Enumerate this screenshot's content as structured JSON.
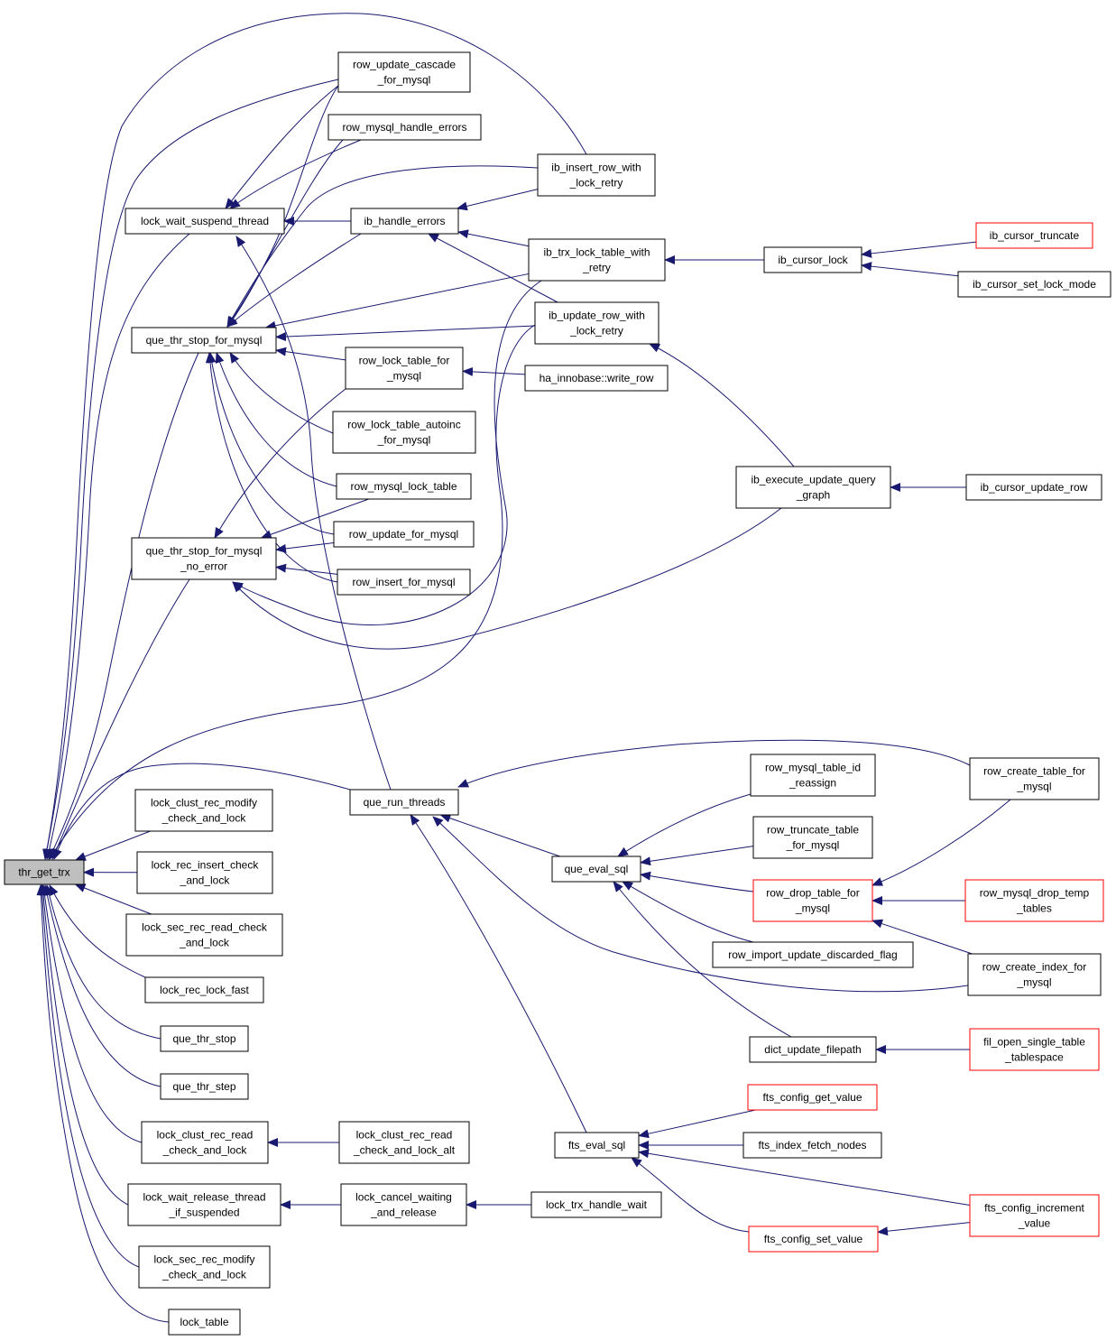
{
  "root": "thr_get_trx",
  "nodes": [
    {
      "id": "thr_get_trx",
      "lines": [
        "thr_get_trx"
      ],
      "style": "root"
    },
    {
      "id": "lock_wait_suspend_thread",
      "lines": [
        "lock_wait_suspend_thread"
      ]
    },
    {
      "id": "que_thr_stop_for_mysql",
      "lines": [
        "que_thr_stop_for_mysql"
      ]
    },
    {
      "id": "que_thr_stop_for_mysql_no_error",
      "lines": [
        "que_thr_stop_for_mysql",
        "_no_error"
      ]
    },
    {
      "id": "que_run_threads",
      "lines": [
        "que_run_threads"
      ]
    },
    {
      "id": "lock_clust_rec_modify_check_and_lock",
      "lines": [
        "lock_clust_rec_modify",
        "_check_and_lock"
      ]
    },
    {
      "id": "lock_rec_insert_check_and_lock",
      "lines": [
        "lock_rec_insert_check",
        "_and_lock"
      ]
    },
    {
      "id": "lock_sec_rec_read_check_and_lock",
      "lines": [
        "lock_sec_rec_read_check",
        "_and_lock"
      ]
    },
    {
      "id": "lock_rec_lock_fast",
      "lines": [
        "lock_rec_lock_fast"
      ]
    },
    {
      "id": "que_thr_stop",
      "lines": [
        "que_thr_stop"
      ]
    },
    {
      "id": "que_thr_step",
      "lines": [
        "que_thr_step"
      ]
    },
    {
      "id": "lock_clust_rec_read_check_and_lock",
      "lines": [
        "lock_clust_rec_read",
        "_check_and_lock"
      ]
    },
    {
      "id": "lock_wait_release_thread_if_suspended",
      "lines": [
        "lock_wait_release_thread",
        "_if_suspended"
      ]
    },
    {
      "id": "lock_sec_rec_modify_check_and_lock",
      "lines": [
        "lock_sec_rec_modify",
        "_check_and_lock"
      ]
    },
    {
      "id": "lock_table",
      "lines": [
        "lock_table"
      ]
    },
    {
      "id": "row_update_cascade_for_mysql",
      "lines": [
        "row_update_cascade",
        "_for_mysql"
      ]
    },
    {
      "id": "row_mysql_handle_errors",
      "lines": [
        "row_mysql_handle_errors"
      ]
    },
    {
      "id": "ib_handle_errors",
      "lines": [
        "ib_handle_errors"
      ]
    },
    {
      "id": "row_lock_table_for_mysql",
      "lines": [
        "row_lock_table_for",
        "_mysql"
      ]
    },
    {
      "id": "row_lock_table_autoinc_for_mysql",
      "lines": [
        "row_lock_table_autoinc",
        "_for_mysql"
      ]
    },
    {
      "id": "row_mysql_lock_table",
      "lines": [
        "row_mysql_lock_table"
      ]
    },
    {
      "id": "row_update_for_mysql",
      "lines": [
        "row_update_for_mysql"
      ]
    },
    {
      "id": "row_insert_for_mysql",
      "lines": [
        "row_insert_for_mysql"
      ]
    },
    {
      "id": "ib_insert_row_with_lock_retry",
      "lines": [
        "ib_insert_row_with",
        "_lock_retry"
      ]
    },
    {
      "id": "ib_trx_lock_table_with_retry",
      "lines": [
        "ib_trx_lock_table_with",
        "_retry"
      ]
    },
    {
      "id": "ib_update_row_with_lock_retry",
      "lines": [
        "ib_update_row_with",
        "_lock_retry"
      ]
    },
    {
      "id": "ha_innobase_write_row",
      "lines": [
        "ha_innobase::write_row"
      ]
    },
    {
      "id": "ib_cursor_lock",
      "lines": [
        "ib_cursor_lock"
      ]
    },
    {
      "id": "ib_cursor_truncate",
      "lines": [
        "ib_cursor_truncate"
      ],
      "style": "red"
    },
    {
      "id": "ib_cursor_set_lock_mode",
      "lines": [
        "ib_cursor_set_lock_mode"
      ]
    },
    {
      "id": "ib_execute_update_query_graph",
      "lines": [
        "ib_execute_update_query",
        "_graph"
      ]
    },
    {
      "id": "ib_cursor_update_row",
      "lines": [
        "ib_cursor_update_row"
      ]
    },
    {
      "id": "lock_clust_rec_read_check_and_lock_alt",
      "lines": [
        "lock_clust_rec_read",
        "_check_and_lock_alt"
      ]
    },
    {
      "id": "lock_cancel_waiting_and_release",
      "lines": [
        "lock_cancel_waiting",
        "_and_release"
      ]
    },
    {
      "id": "lock_trx_handle_wait",
      "lines": [
        "lock_trx_handle_wait"
      ]
    },
    {
      "id": "que_eval_sql",
      "lines": [
        "que_eval_sql"
      ]
    },
    {
      "id": "fts_eval_sql",
      "lines": [
        "fts_eval_sql"
      ]
    },
    {
      "id": "row_mysql_table_id_reassign",
      "lines": [
        "row_mysql_table_id",
        "_reassign"
      ]
    },
    {
      "id": "row_truncate_table_for_mysql",
      "lines": [
        "row_truncate_table",
        "_for_mysql"
      ]
    },
    {
      "id": "row_drop_table_for_mysql",
      "lines": [
        "row_drop_table_for",
        "_mysql"
      ],
      "style": "red"
    },
    {
      "id": "row_import_update_discarded_flag",
      "lines": [
        "row_import_update_discarded_flag"
      ]
    },
    {
      "id": "dict_update_filepath",
      "lines": [
        "dict_update_filepath"
      ]
    },
    {
      "id": "row_create_table_for_mysql",
      "lines": [
        "row_create_table_for",
        "_mysql"
      ]
    },
    {
      "id": "row_mysql_drop_temp_tables",
      "lines": [
        "row_mysql_drop_temp",
        "_tables"
      ],
      "style": "red"
    },
    {
      "id": "row_create_index_for_mysql",
      "lines": [
        "row_create_index_for",
        "_mysql"
      ]
    },
    {
      "id": "fil_open_single_table_tablespace",
      "lines": [
        "fil_open_single_table",
        "_tablespace"
      ],
      "style": "red"
    },
    {
      "id": "fts_config_get_value",
      "lines": [
        "fts_config_get_value"
      ],
      "style": "red"
    },
    {
      "id": "fts_index_fetch_nodes",
      "lines": [
        "fts_index_fetch_nodes"
      ]
    },
    {
      "id": "fts_config_set_value",
      "lines": [
        "fts_config_set_value"
      ],
      "style": "red"
    },
    {
      "id": "fts_config_increment_value",
      "lines": [
        "fts_config_increment",
        "_value"
      ],
      "style": "red"
    }
  ],
  "edges": [
    [
      "lock_wait_suspend_thread",
      "thr_get_trx"
    ],
    [
      "que_thr_stop_for_mysql",
      "thr_get_trx"
    ],
    [
      "que_thr_stop_for_mysql_no_error",
      "thr_get_trx"
    ],
    [
      "que_run_threads",
      "thr_get_trx"
    ],
    [
      "lock_clust_rec_modify_check_and_lock",
      "thr_get_trx"
    ],
    [
      "lock_rec_insert_check_and_lock",
      "thr_get_trx"
    ],
    [
      "lock_sec_rec_read_check_and_lock",
      "thr_get_trx"
    ],
    [
      "lock_rec_lock_fast",
      "thr_get_trx"
    ],
    [
      "que_thr_stop",
      "thr_get_trx"
    ],
    [
      "que_thr_step",
      "thr_get_trx"
    ],
    [
      "lock_clust_rec_read_check_and_lock",
      "thr_get_trx"
    ],
    [
      "lock_wait_release_thread_if_suspended",
      "thr_get_trx"
    ],
    [
      "lock_sec_rec_modify_check_and_lock",
      "thr_get_trx"
    ],
    [
      "lock_table",
      "thr_get_trx"
    ],
    [
      "row_update_cascade_for_mysql",
      "thr_get_trx"
    ],
    [
      "ib_insert_row_with_lock_retry",
      "thr_get_trx"
    ],
    [
      "ib_update_row_with_lock_retry",
      "thr_get_trx"
    ],
    [
      "row_update_cascade_for_mysql",
      "lock_wait_suspend_thread"
    ],
    [
      "row_mysql_handle_errors",
      "lock_wait_suspend_thread"
    ],
    [
      "ib_handle_errors",
      "lock_wait_suspend_thread"
    ],
    [
      "que_run_threads",
      "lock_wait_suspend_thread"
    ],
    [
      "row_update_cascade_for_mysql",
      "que_thr_stop_for_mysql"
    ],
    [
      "row_mysql_handle_errors",
      "que_thr_stop_for_mysql"
    ],
    [
      "ib_insert_row_with_lock_retry",
      "que_thr_stop_for_mysql"
    ],
    [
      "ib_handle_errors",
      "que_thr_stop_for_mysql"
    ],
    [
      "ib_trx_lock_table_with_retry",
      "que_thr_stop_for_mysql"
    ],
    [
      "ib_update_row_with_lock_retry",
      "que_thr_stop_for_mysql"
    ],
    [
      "row_lock_table_for_mysql",
      "que_thr_stop_for_mysql"
    ],
    [
      "row_lock_table_autoinc_for_mysql",
      "que_thr_stop_for_mysql"
    ],
    [
      "row_mysql_lock_table",
      "que_thr_stop_for_mysql"
    ],
    [
      "row_update_for_mysql",
      "que_thr_stop_for_mysql"
    ],
    [
      "row_insert_for_mysql",
      "que_thr_stop_for_mysql"
    ],
    [
      "row_lock_table_for_mysql",
      "que_thr_stop_for_mysql_no_error"
    ],
    [
      "row_mysql_lock_table",
      "que_thr_stop_for_mysql_no_error"
    ],
    [
      "row_update_for_mysql",
      "que_thr_stop_for_mysql_no_error"
    ],
    [
      "row_insert_for_mysql",
      "que_thr_stop_for_mysql_no_error"
    ],
    [
      "ib_trx_lock_table_with_retry",
      "que_thr_stop_for_mysql_no_error"
    ],
    [
      "ib_execute_update_query_graph",
      "que_thr_stop_for_mysql_no_error"
    ],
    [
      "ib_insert_row_with_lock_retry",
      "ib_handle_errors"
    ],
    [
      "ib_trx_lock_table_with_retry",
      "ib_handle_errors"
    ],
    [
      "ib_update_row_with_lock_retry",
      "ib_handle_errors"
    ],
    [
      "ha_innobase_write_row",
      "row_lock_table_for_mysql"
    ],
    [
      "ib_cursor_lock",
      "ib_trx_lock_table_with_retry"
    ],
    [
      "ib_cursor_truncate",
      "ib_cursor_lock"
    ],
    [
      "ib_cursor_set_lock_mode",
      "ib_cursor_lock"
    ],
    [
      "ib_execute_update_query_graph",
      "ib_update_row_with_lock_retry"
    ],
    [
      "ib_cursor_update_row",
      "ib_execute_update_query_graph"
    ],
    [
      "lock_clust_rec_read_check_and_lock_alt",
      "lock_clust_rec_read_check_and_lock"
    ],
    [
      "lock_cancel_waiting_and_release",
      "lock_wait_release_thread_if_suspended"
    ],
    [
      "lock_trx_handle_wait",
      "lock_cancel_waiting_and_release"
    ],
    [
      "row_create_table_for_mysql",
      "que_run_threads"
    ],
    [
      "que_eval_sql",
      "que_run_threads"
    ],
    [
      "row_create_index_for_mysql",
      "que_run_threads"
    ],
    [
      "fts_eval_sql",
      "que_run_threads"
    ],
    [
      "row_mysql_table_id_reassign",
      "que_eval_sql"
    ],
    [
      "row_truncate_table_for_mysql",
      "que_eval_sql"
    ],
    [
      "row_drop_table_for_mysql",
      "que_eval_sql"
    ],
    [
      "row_import_update_discarded_flag",
      "que_eval_sql"
    ],
    [
      "dict_update_filepath",
      "que_eval_sql"
    ],
    [
      "row_create_table_for_mysql",
      "row_drop_table_for_mysql"
    ],
    [
      "row_mysql_drop_temp_tables",
      "row_drop_table_for_mysql"
    ],
    [
      "row_create_index_for_mysql",
      "row_drop_table_for_mysql"
    ],
    [
      "fil_open_single_table_tablespace",
      "dict_update_filepath"
    ],
    [
      "fts_config_get_value",
      "fts_eval_sql"
    ],
    [
      "fts_index_fetch_nodes",
      "fts_eval_sql"
    ],
    [
      "fts_config_increment_value",
      "fts_eval_sql"
    ],
    [
      "fts_config_set_value",
      "fts_eval_sql"
    ],
    [
      "fts_config_increment_value",
      "fts_config_set_value"
    ]
  ],
  "colors": {
    "edge": "#191970",
    "border": "#000000",
    "highlight_border": "#ff0000",
    "root_fill": "#bfbfbf"
  }
}
